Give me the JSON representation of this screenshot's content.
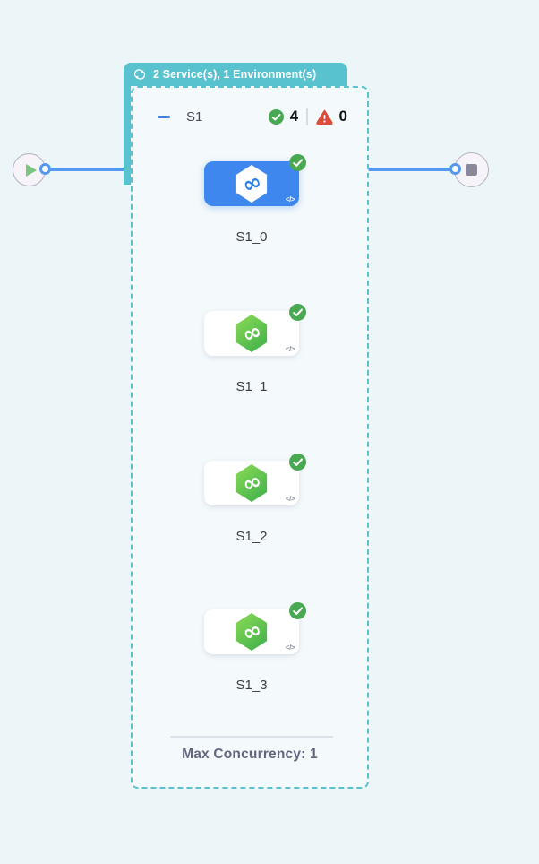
{
  "matrix_header": {
    "label": "2 Service(s), 1 Environment(s)"
  },
  "stage": {
    "name": "S1",
    "success_count": "4",
    "error_count": "0",
    "max_concurrency": "Max Concurrency: 1"
  },
  "iterations": [
    {
      "label": "S1_0",
      "selected": true,
      "status": "success"
    },
    {
      "label": "S1_1",
      "selected": false,
      "status": "success"
    },
    {
      "label": "S1_2",
      "selected": false,
      "status": "success"
    },
    {
      "label": "S1_3",
      "selected": false,
      "status": "success"
    }
  ],
  "icons": {
    "code": "</>",
    "infinity": "∞"
  },
  "colors": {
    "canvas_bg": "#ECF5F8",
    "teal": "#58C2CE",
    "edge_blue": "#5598EF",
    "selected_blue": "#3D87EF",
    "success_green": "#49A953",
    "error_red": "#DB4C3B",
    "hex_green_light": "#85D755",
    "hex_green_dark": "#43B24C"
  }
}
